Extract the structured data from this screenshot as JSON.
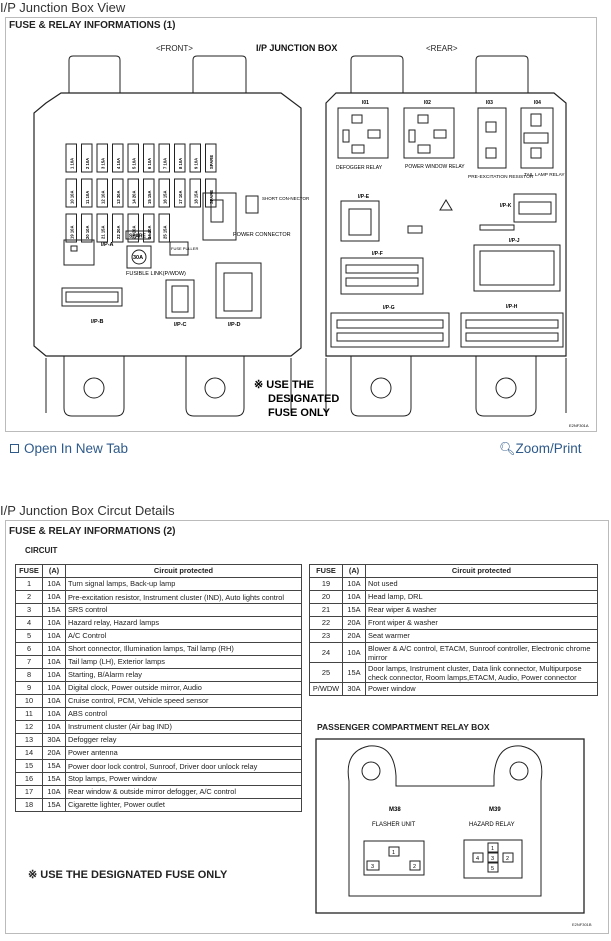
{
  "section1": {
    "title": "I/P Junction Box View"
  },
  "figure1": {
    "header": "FUSE & RELAY INFORMATIONS (1)",
    "front_label": "<FRONT>",
    "center_title": "I/P JUNCTION BOX",
    "rear_label": "<REAR>",
    "fuse_rows": [
      [
        "1 10A",
        "2 10A",
        "3 15A",
        "4 10A",
        "5 10A",
        "6 10A",
        "7 10A",
        "8 10A",
        "9 10A",
        "SPARE"
      ],
      [
        "10 10A",
        "11 10A",
        "12 10A",
        "13 30A",
        "14 20A",
        "15 15A",
        "16 15A",
        "17 10A",
        "18 15A",
        "SPARE"
      ],
      [
        "19 10A",
        "20 10A",
        "21 15A",
        "22 20A",
        "23 20A",
        "24 10A",
        "25 15A"
      ]
    ],
    "spare_label": "SPARE",
    "fuse_30a": "30A",
    "fusible_link_label": "FUSIBLE LINK(P/WDW)",
    "fuse_puller": "FUSE PULLER",
    "short_connector": "SHORT CON-NECTOR",
    "power_connector": "POWER CONNECTOR",
    "connectors_front": [
      "I/P-A",
      "I/P-B",
      "I/P-C",
      "I/P-D"
    ],
    "relay_ids": [
      "I01",
      "I02",
      "I03",
      "I04"
    ],
    "relay_names": [
      "DEFOGGER RELAY",
      "POWER WINDOW RELAY",
      "PRE-EXCITATION RESISTOR",
      "TAIL LAMP RELAY"
    ],
    "connectors_rear": [
      "I/P-E",
      "I/P-F",
      "I/P-G",
      "I/P-H",
      "I/P-J",
      "I/P-K"
    ],
    "warning_line1": "※ USE THE",
    "warning_line2": "DESIGNATED",
    "warning_line3": "FUSE ONLY",
    "code": "E2NF301A"
  },
  "toolbar": {
    "open_new_tab": "Open In New Tab",
    "zoom_print": "Zoom/Print"
  },
  "section2": {
    "title": "I/P Junction Box Circut Details"
  },
  "figure2": {
    "header": "FUSE & RELAY INFORMATIONS (2)",
    "circuit_label": "CIRCUIT",
    "col_fuse": "FUSE",
    "col_amp": "(A)",
    "col_circuit": "Circuit protected",
    "left_rows": [
      [
        "1",
        "10A",
        "Turn signal lamps, Back-up lamp"
      ],
      [
        "2",
        "10A",
        "Pre-excitation resistor, Instrument cluster (IND), Auto lights control"
      ],
      [
        "3",
        "15A",
        "SRS control"
      ],
      [
        "4",
        "10A",
        "Hazard relay, Hazard lamps"
      ],
      [
        "5",
        "10A",
        "A/C Control"
      ],
      [
        "6",
        "10A",
        "Short connector, Illumination lamps, Tail lamp (RH)"
      ],
      [
        "7",
        "10A",
        "Tail lamp (LH), Exterior lamps"
      ],
      [
        "8",
        "10A",
        "Starting, B/Alarm relay"
      ],
      [
        "9",
        "10A",
        "Digital clock, Power outside mirror, Audio"
      ],
      [
        "10",
        "10A",
        "Cruise control, PCM, Vehicle speed sensor"
      ],
      [
        "11",
        "10A",
        "ABS control"
      ],
      [
        "12",
        "10A",
        "Instrument cluster (Air bag IND)"
      ],
      [
        "13",
        "30A",
        "Defogger relay"
      ],
      [
        "14",
        "20A",
        "Power antenna"
      ],
      [
        "15",
        "15A",
        "Power door lock control, Sunroof, Driver door unlock relay"
      ],
      [
        "16",
        "15A",
        "Stop lamps, Power window"
      ],
      [
        "17",
        "10A",
        "Rear window & outside mirror defogger, A/C control"
      ],
      [
        "18",
        "15A",
        "Cigarette lighter, Power outlet"
      ]
    ],
    "right_rows": [
      [
        "19",
        "10A",
        "Not used"
      ],
      [
        "20",
        "10A",
        "Head lamp, DRL"
      ],
      [
        "21",
        "15A",
        "Rear wiper & washer"
      ],
      [
        "22",
        "20A",
        "Front wiper & washer"
      ],
      [
        "23",
        "20A",
        "Seat warmer"
      ],
      [
        "24",
        "10A",
        "Blower & A/C control, ETACM, Sunroof controller, Electronic chrome mirror"
      ],
      [
        "25",
        "15A",
        "Door lamps, Instrument cluster, Data link connector, Multipurpose check connector, Room lamps,ETACM, Audio, Power connector"
      ],
      [
        "P/WDW",
        "30A",
        "Power window"
      ]
    ],
    "relay_box_title": "PASSENGER COMPARTMENT RELAY BOX",
    "m38": "M38",
    "m38_name": "FLASHER UNIT",
    "m39": "M39",
    "m39_name": "HAZARD RELAY",
    "warning": "※ USE THE DESIGNATED FUSE ONLY",
    "code": "E2NF301B"
  }
}
